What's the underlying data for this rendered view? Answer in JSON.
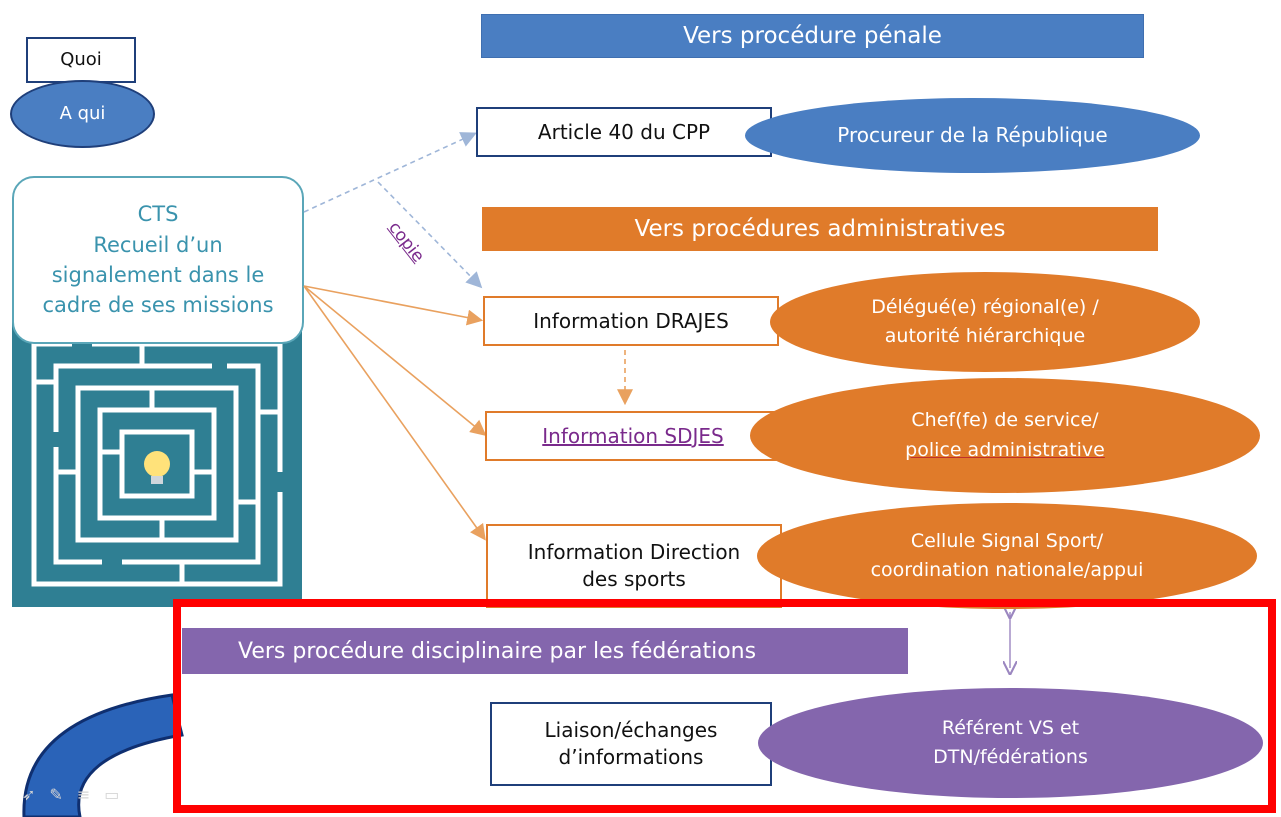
{
  "legend": {
    "what": "Quoi",
    "to_whom": "A qui"
  },
  "source": {
    "title": "CTS",
    "line1": "Recueil d’un",
    "line2": "signalement dans le",
    "line3": "cadre de ses missions"
  },
  "penal": {
    "banner": "Vers procédure pénale",
    "action": "Article 40 du CPP",
    "recipient": "Procureur de la République"
  },
  "copy_label": "copie",
  "admin": {
    "banner": "Vers procédures administratives",
    "rows": [
      {
        "action": "Information DRAJES",
        "recipient_l1": "Délégué(e) régional(e) /",
        "recipient_l2": "autorité hiérarchique"
      },
      {
        "action": "Information SDJES",
        "recipient_l1": "Chef(fe) de service/",
        "recipient_l2": "police administrative"
      },
      {
        "action_l1": "Information Direction",
        "action_l2": "des sports",
        "recipient_l1": "Cellule Signal Sport/",
        "recipient_l2": "coordination nationale/appui"
      }
    ]
  },
  "disciplinary": {
    "banner": "Vers procédure disciplinaire par les fédérations",
    "action_l1": "Liaison/échanges",
    "action_l2": "d’informations",
    "recipient_l1": "Référent VS et",
    "recipient_l2": "DTN/fédérations"
  },
  "colors": {
    "blue": "#4a7ec2",
    "orange": "#e07b2a",
    "purple": "#8466ad",
    "teal": "#2f7f93",
    "highlight": "#ff0000"
  }
}
